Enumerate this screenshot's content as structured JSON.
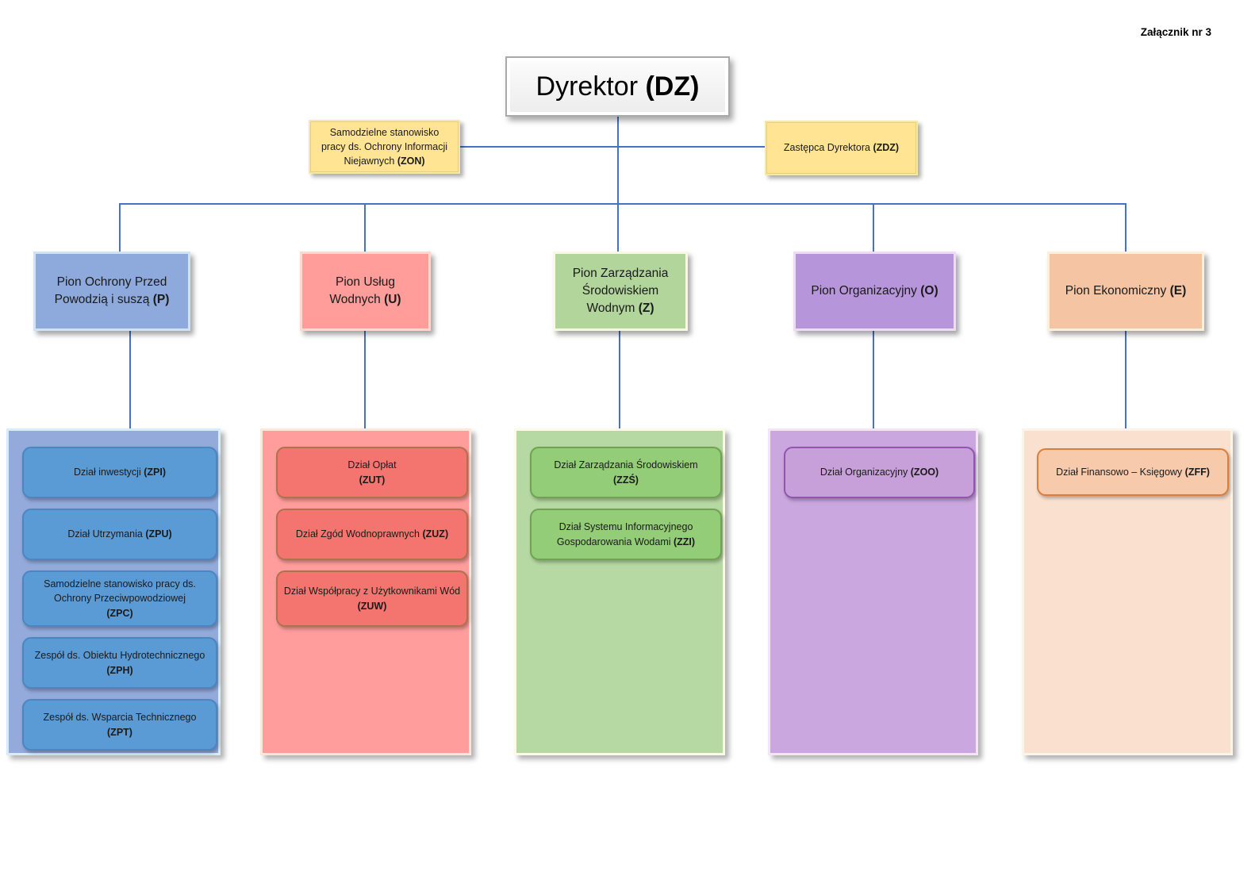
{
  "page": {
    "attachment_label": "Załącznik nr 3"
  },
  "director": {
    "text": "Dyrektor",
    "code": "(DZ)"
  },
  "staff_left": {
    "text": "Samodzielne stanowisko pracy ds. Ochrony Informacji Niejawnych",
    "code": "(ZON)"
  },
  "deputy": {
    "text": "Zastępca Dyrektora",
    "code": "(ZDZ)"
  },
  "divisions": [
    {
      "id": "P",
      "title": {
        "text": "Pion Ochrony Przed Powodzią i suszą",
        "code": "(P)"
      },
      "units": [
        {
          "text": "Dział inwestycji",
          "code": "(ZPI)"
        },
        {
          "text": "Dział Utrzymania",
          "code": "(ZPU)"
        },
        {
          "text": "Samodzielne stanowisko pracy ds. Ochrony Przeciwpowodziowej",
          "code": "(ZPC)"
        },
        {
          "text": "Zespół ds. Obiektu Hydrotechnicznego",
          "code": "(ZPH)"
        },
        {
          "text": "Zespół ds. Wsparcia Technicznego",
          "code": "(ZPT)"
        }
      ]
    },
    {
      "id": "U",
      "title": {
        "text": "Pion Usług Wodnych",
        "code": "(U)"
      },
      "units": [
        {
          "text": "Dział Opłat",
          "code": "(ZUT)"
        },
        {
          "text": "Dział Zgód Wodnoprawnych",
          "code": "(ZUZ)"
        },
        {
          "text": "Dział Współpracy z Użytkownikami Wód",
          "code": "(ZUW)"
        }
      ]
    },
    {
      "id": "Z",
      "title": {
        "text": "Pion Zarządzania Środowiskiem Wodnym",
        "code": "(Z)"
      },
      "units": [
        {
          "text": "Dział Zarządzania Środowiskiem",
          "code": "(ZZŚ)"
        },
        {
          "text": "Dział Systemu Informacyjnego Gospodarowania Wodami",
          "code": "(ZZI)"
        }
      ]
    },
    {
      "id": "O",
      "title": {
        "text": "Pion Organizacyjny",
        "code": "(O)"
      },
      "units": [
        {
          "text": "Dział Organizacyjny",
          "code": "(ZOO)"
        }
      ]
    },
    {
      "id": "E",
      "title": {
        "text": "Pion Ekonomiczny",
        "code": "(E)"
      },
      "units": [
        {
          "text": "Dział Finansowo – Księgowy",
          "code": "(ZFF)"
        }
      ]
    }
  ],
  "palette": {
    "connector": "#4472C4",
    "staff_box": "#FFE593",
    "director_box": "#F2F2F2",
    "divisions": {
      "P": {
        "header": "#8EA9DB",
        "container": "#93AADB",
        "unit": "#5B9BD5"
      },
      "U": {
        "header": "#FF9D9A",
        "container": "#FF9D9C",
        "unit": "#F4756F"
      },
      "Z": {
        "header": "#B2D59C",
        "container": "#B6D8A2",
        "unit": "#93CD77"
      },
      "O": {
        "header": "#B795DB",
        "container": "#CBA7DF",
        "unit": "#C79FD9"
      },
      "E": {
        "header": "#F5C4A2",
        "container": "#FAE0CE",
        "unit": "#F7CAAB"
      }
    }
  }
}
